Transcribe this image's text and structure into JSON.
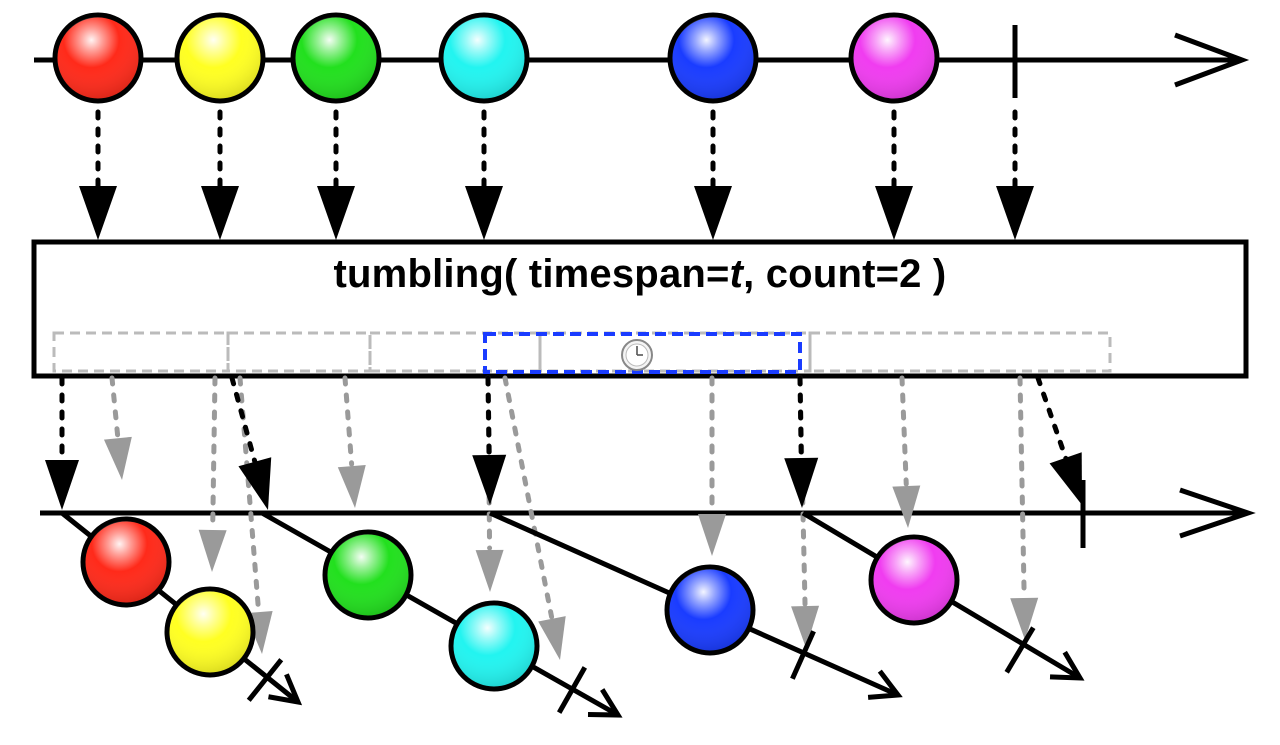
{
  "operator": {
    "prefix": "tumbling( timespan=",
    "param": "t",
    "suffix": ", count=2 )"
  },
  "colors": {
    "red": "#ff2a1a",
    "yellow": "#ffff22",
    "green": "#22e01e",
    "cyan": "#22f4f0",
    "blue": "#1a3cff",
    "magenta": "#f03cf0",
    "dashBlue": "#1a3cff",
    "windowGray": "#bbbbbb",
    "arrowGray": "#9a9a9a"
  },
  "icons": [
    "clock-icon"
  ],
  "source_sequence": [
    "red",
    "yellow",
    "green",
    "cyan",
    "blue",
    "magenta"
  ],
  "windows": [
    [
      "red",
      "yellow"
    ],
    [
      "green",
      "cyan"
    ],
    [
      "blue"
    ],
    [
      "magenta"
    ]
  ]
}
